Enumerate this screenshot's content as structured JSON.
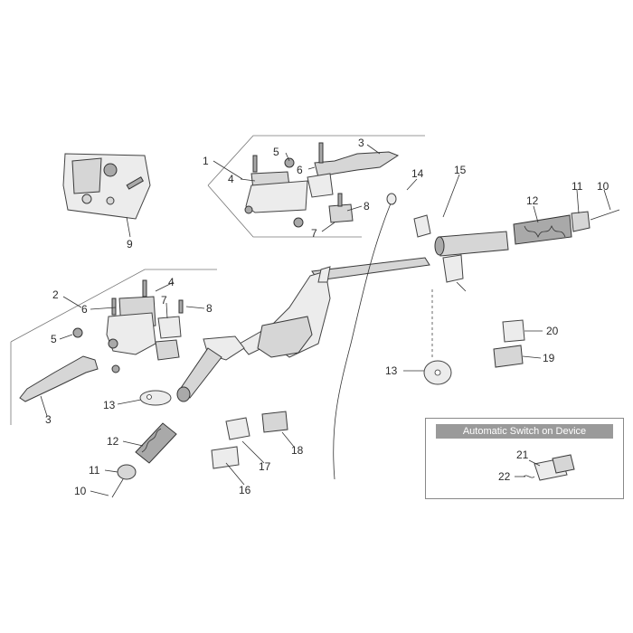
{
  "callouts": {
    "n1": "1",
    "n2": "2",
    "n3a": "3",
    "n3b": "3",
    "n4a": "4",
    "n4b": "4",
    "n5a": "5",
    "n5b": "5",
    "n6a": "6",
    "n6b": "6",
    "n7a": "7",
    "n7b": "7",
    "n8a": "8",
    "n8b": "8",
    "n9": "9",
    "n10a": "10",
    "n10b": "10",
    "n11a": "11",
    "n11b": "11",
    "n12a": "12",
    "n12b": "12",
    "n13a": "13",
    "n13b": "13",
    "n14": "14",
    "n15": "15",
    "n16": "16",
    "n17": "17",
    "n18": "18",
    "n19": "19",
    "n20": "20",
    "n21": "21",
    "n22": "22"
  },
  "legend": {
    "title": "Automatic Switch on Device"
  }
}
